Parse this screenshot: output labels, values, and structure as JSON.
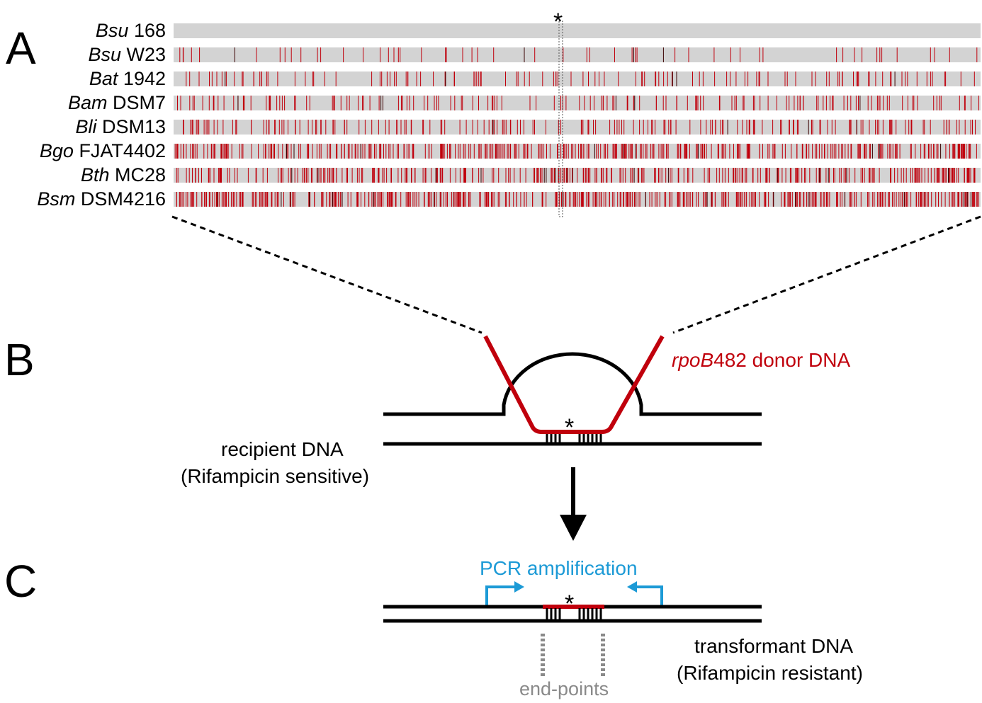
{
  "panels": {
    "a": "A",
    "b": "B",
    "c": "C"
  },
  "genomes": [
    {
      "abbr": "Bsu",
      "strain": "168",
      "snp_density": 0.0
    },
    {
      "abbr": "Bsu",
      "strain": "W23",
      "snp_density": 0.05
    },
    {
      "abbr": "Bat",
      "strain": "1942",
      "snp_density": 0.11
    },
    {
      "abbr": "Bam",
      "strain": "DSM7",
      "snp_density": 0.14
    },
    {
      "abbr": "Bli",
      "strain": "DSM13",
      "snp_density": 0.17
    },
    {
      "abbr": "Bgo",
      "strain": "FJAT4402",
      "snp_density": 0.34
    },
    {
      "abbr": "Bth",
      "strain": "MC28",
      "snp_density": 0.3
    },
    {
      "abbr": "Bsm",
      "strain": "DSM4216",
      "snp_density": 0.42
    }
  ],
  "marker_symbol": "*",
  "donor": {
    "gene": "rpoB",
    "suffix": "482 donor DNA"
  },
  "recipient": {
    "line1": "recipient DNA",
    "line2": "(Rifampicin sensitive)"
  },
  "pcr_label": "PCR amplification",
  "transformant": {
    "line1": "transformant DNA",
    "line2": "(Rifampicin resistant)"
  },
  "endpoints_label": "end-points",
  "colors": {
    "bar_bg": "#d3d3d3",
    "snp": "#c0000c",
    "donor": "#c0000c",
    "pcr": "#1c9ad6",
    "endpoints": "#8a8a8a",
    "dna": "#000000"
  }
}
